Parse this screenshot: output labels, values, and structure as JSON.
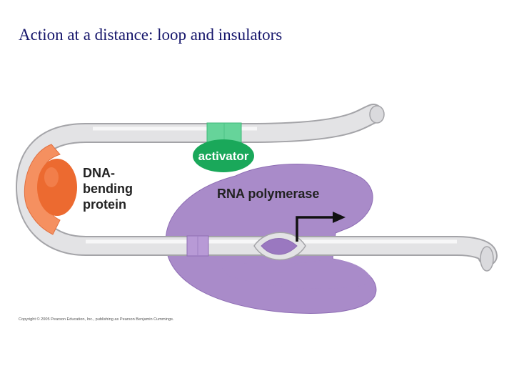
{
  "title": "Action at a distance: loop and insulators",
  "labels": {
    "activator": "activator",
    "dna_bending_line1": "DNA-",
    "dna_bending_line2": "bending",
    "dna_bending_line3": "protein",
    "rna_polymerase": "RNA polymerase"
  },
  "copyright": "Copyright © 2005 Pearson Education, Inc., publishing as Pearson Benjamin Cummings.",
  "colors": {
    "title": "#16166b",
    "dna_tube": "#e0e0e2",
    "dna_outline": "#a4a4a8",
    "activator_site": "#66d49a",
    "activator": "#1aa85a",
    "bending_protein": "#ec6a30",
    "bending_site": "#f59060",
    "polymerase": "#a98bc9",
    "polymerase_dark": "#8e6db4",
    "promoter_site": "#b89ad6",
    "arrow": "#111111"
  }
}
